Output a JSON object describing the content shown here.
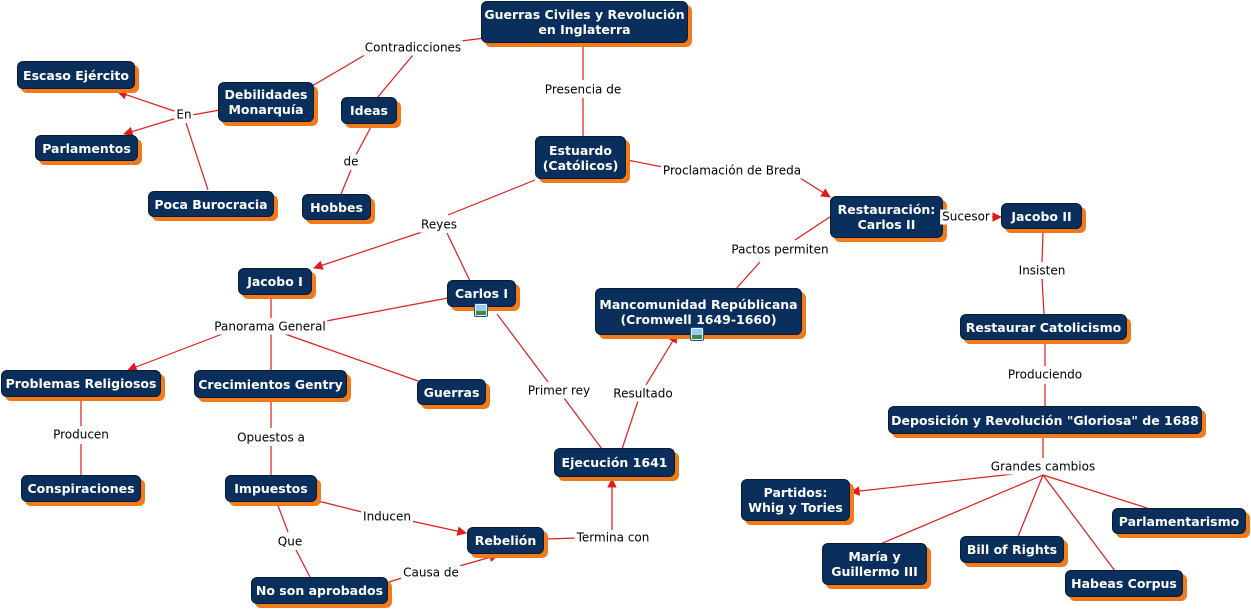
{
  "nodes": {
    "guerras_civiles": "Guerras Civiles y Revolución\nen Inglaterra",
    "escaso_ejercito": "Escaso Ejército",
    "debilidades": "Debilidades\nMonarquía",
    "ideas": "Ideas",
    "parlamentos": "Parlamentos",
    "estuardo": "Estuardo\n(Católicos)",
    "poca_burocracia": "Poca Burocracia",
    "hobbes": "Hobbes",
    "restauracion": "Restauración:\nCarlos II",
    "jacobo_ii": "Jacobo II",
    "jacobo_i": "Jacobo I",
    "carlos_i": "Carlos I",
    "mancomunidad": "Mancomunidad Repúblicana\n(Cromwell 1649-1660)",
    "restaurar": "Restaurar Catolicismo",
    "problemas": "Problemas Religiosos",
    "gentry": "Crecimientos Gentry",
    "guerras": "Guerras",
    "deposicion": "Deposición y Revolución \"Gloriosa\" de 1688",
    "ejecucion": "Ejecución 1641",
    "conspiraciones": "Conspiraciones",
    "impuestos": "Impuestos",
    "partidos": "Partidos:\nWhig y Tories",
    "parlamentarismo": "Parlamentarismo",
    "rebelion": "Rebelión",
    "bill": "Bill of Rights",
    "maria": "María y\nGuillermo III",
    "no_aprobados": "No son aprobados",
    "habeas": "Habeas Corpus"
  },
  "link_labels": {
    "contradicciones": "Contradicciones",
    "presencia_de": "Presencia de",
    "en": "En",
    "de": "de",
    "proclamacion": "Proclamación de Breda",
    "reyes": "Reyes",
    "sucesor": "Sucesor",
    "pactos": "Pactos permiten",
    "insisten": "Insisten",
    "panorama": "Panorama General",
    "primer_rey": "Primer rey",
    "resultado": "Resultado",
    "produciendo": "Produciendo",
    "producen": "Producen",
    "opuestos": "Opuestos a",
    "grandes_cambios": "Grandes cambios",
    "inducen": "Inducen",
    "termina_con": "Termina con",
    "que": "Que",
    "causa_de": "Causa de"
  },
  "colors": {
    "node_fill": "#0a2f5c",
    "node_shadow": "#f07a1c",
    "link": "#e01b1b"
  }
}
